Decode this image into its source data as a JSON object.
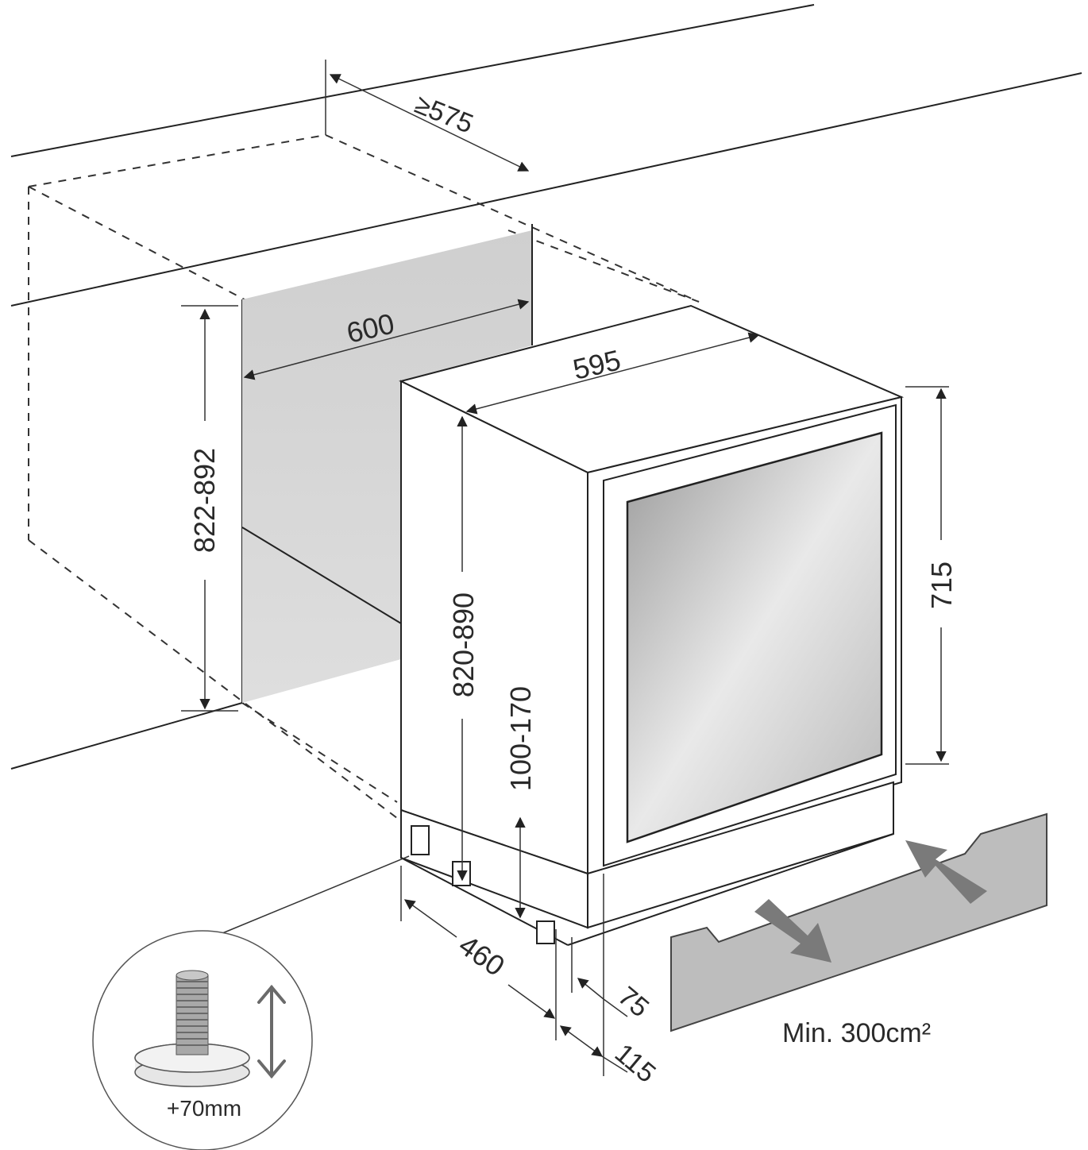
{
  "dimensions": {
    "cutout_depth": "≥575",
    "cutout_width": "600",
    "appliance_width": "595",
    "cutout_height": "822-892",
    "appliance_height": "820-890",
    "plinth_height": "100-170",
    "door_height": "715",
    "appliance_depth": "460",
    "door_offset": "75",
    "front_clearance": "115"
  },
  "ventilation_note": "Min. 300cm²",
  "foot_adjustment": "+70mm",
  "colors": {
    "line": "#222222",
    "panel_gray": "#d0d0d0",
    "grille_gray": "#bdbdbd",
    "arrow_gray": "#7a7a7a"
  }
}
